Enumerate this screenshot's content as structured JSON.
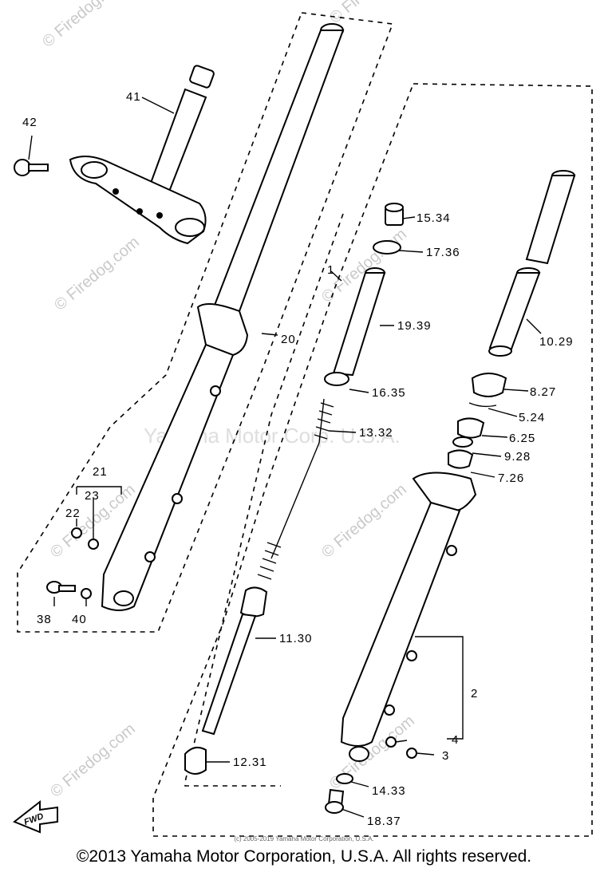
{
  "diagram": {
    "labels": {
      "l41": "41",
      "l42": "42",
      "l20": "20",
      "l21": "21",
      "l23": "23",
      "l22": "22",
      "l38": "38",
      "l40": "40",
      "l1": "1",
      "l15": "15.34",
      "l17": "17.36",
      "l19": "19.39",
      "l16": "16.35",
      "l13": "13.32",
      "l11": "11.30",
      "l12": "12.31",
      "l10": "10.29",
      "l8": "8.27",
      "l5": "5.24",
      "l6": "6.25",
      "l9": "9.28",
      "l7": "7.26",
      "l2": "2",
      "l4": "4",
      "l3": "3",
      "l14": "14.33",
      "l18": "18.37",
      "fwd": "FWD"
    },
    "watermarks": {
      "firedog": "© Firedog.com",
      "yamaha": "Yamaha Motor Corp. U.S.A."
    },
    "small_copyright": "(c) 2005-2019 Yamaha Motor Corporation, U.S.A.",
    "copyright": "©2013 Yamaha Motor Corporation, U.S.A. All rights reserved."
  }
}
